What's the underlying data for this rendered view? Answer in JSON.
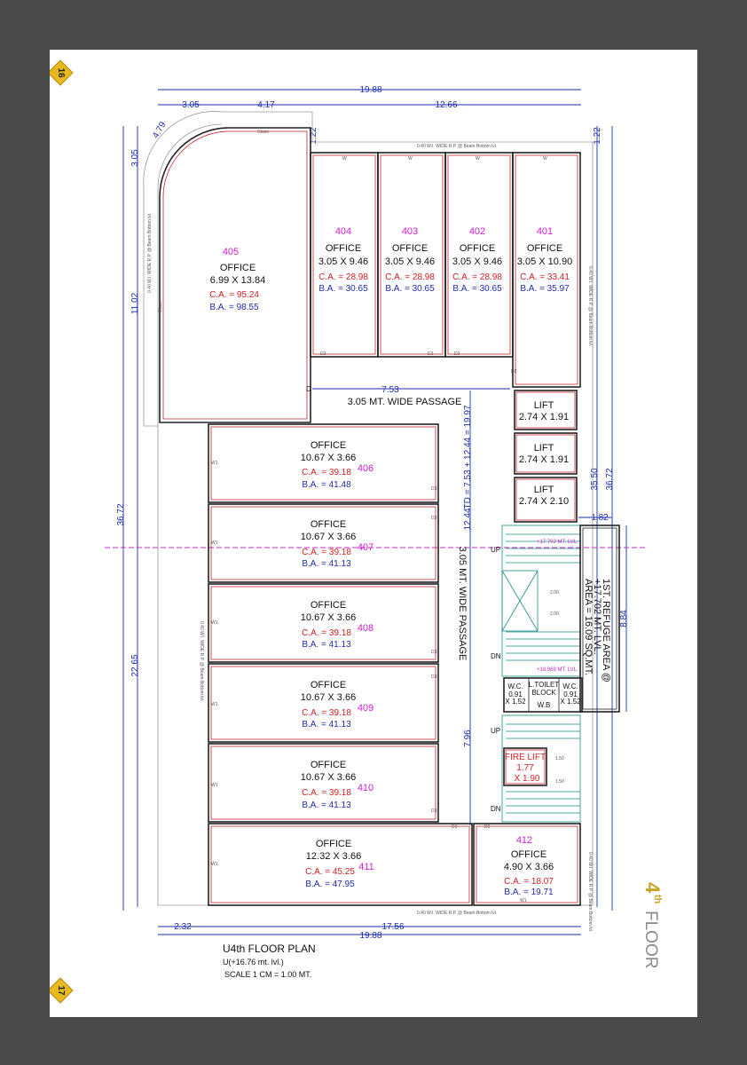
{
  "page_markers": {
    "top": "16",
    "bottom": "17"
  },
  "floor_badge": {
    "number": "4",
    "sup": "th",
    "word": "FLOOR",
    "color": "#c9a227"
  },
  "colors": {
    "room_number": "#d01ed0",
    "carpet_area": "#d42020",
    "built_area": "#1f2ab0",
    "dimension": "#1b2ea8"
  },
  "title_block": {
    "title": "U4th FLOOR PLAN",
    "level": "U(+16.76 mt. lvl.)",
    "scale": "SCALE 1 CM = 1.00 MT."
  },
  "rooms": {
    "r405": {
      "num": "405",
      "type": "OFFICE",
      "size": "6.99 X 13.84",
      "ca": "C.A. = 95.24",
      "ba": "B.A. = 98.55"
    },
    "r404": {
      "num": "404",
      "type": "OFFICE",
      "size": "3.05 X 9.46",
      "ca": "C.A. = 28.98",
      "ba": "B.A. = 30.65"
    },
    "r403": {
      "num": "403",
      "type": "OFFICE",
      "size": "3.05 X 9.46",
      "ca": "C.A. = 28.98",
      "ba": "B.A. = 30.65"
    },
    "r402": {
      "num": "402",
      "type": "OFFICE",
      "size": "3.05 X 9.46",
      "ca": "C.A. = 28.98",
      "ba": "B.A. = 30.65"
    },
    "r401": {
      "num": "401",
      "type": "OFFICE",
      "size": "3.05 X 10.90",
      "ca": "C.A. = 33.41",
      "ba": "B.A. = 35.97"
    },
    "r406": {
      "num": "406",
      "type": "OFFICE",
      "size": "10.67 X 3.66",
      "ca": "C.A. = 39.18",
      "ba": "B.A. = 41.48"
    },
    "r407": {
      "num": "407",
      "type": "OFFICE",
      "size": "10.67 X 3.66",
      "ca": "C.A. = 39.18",
      "ba": "B.A. = 41.13"
    },
    "r408": {
      "num": "408",
      "type": "OFFICE",
      "size": "10.67 X 3.66",
      "ca": "C.A. = 39.18",
      "ba": "B.A. = 41.13"
    },
    "r409": {
      "num": "409",
      "type": "OFFICE",
      "size": "10.67 X 3.66",
      "ca": "C.A. = 39.18",
      "ba": "B.A. = 41.13"
    },
    "r410": {
      "num": "410",
      "type": "OFFICE",
      "size": "10.67 X 3.66",
      "ca": "C.A. = 39.18",
      "ba": "B.A. = 41.13"
    },
    "r411": {
      "num": "411",
      "type": "OFFICE",
      "size": "12.32 X 3.66",
      "ca": "C.A. = 45.25",
      "ba": "B.A. = 47.95"
    },
    "r412": {
      "num": "412",
      "type": "OFFICE",
      "size": "4.90 X 3.66",
      "ca": "C.A. = 18.07",
      "ba": "B.A. = 19.71"
    }
  },
  "lifts": [
    {
      "label": "LIFT",
      "size": "2.74 X 1.91"
    },
    {
      "label": "LIFT",
      "size": "2.74 X 1.91"
    },
    {
      "label": "LIFT",
      "size": "2.74 X 2.10"
    }
  ],
  "passage_h": "3.05 MT. WIDE PASSAGE",
  "passage_v": "3.05 MT. WIDE PASSAGE",
  "td_note": "TD = 7.53 + 12.44 = 19.97",
  "refuge": {
    "line1": "1ST. REFUGE AREA @",
    "line2": "+17.702 MT. LVL.",
    "line3": "AREA = 16.09 SQ.MT."
  },
  "fire_lift": {
    "label": "FIRE LIFT",
    "w": "1.77",
    "h": "X 1.90"
  },
  "toilets": {
    "wc1a": "W.C.",
    "wc1b": "0.91",
    "wc1c": "X 1.52",
    "block1": "L.TOILET",
    "block2": "BLOCK",
    "wb": "W.B",
    "wc2a": "W.C.",
    "wc2b": "0.91",
    "wc2c": "X 1.52"
  },
  "stairs": {
    "up1": "UP",
    "dn1": "DN",
    "up2": "UP",
    "dn2": "DN",
    "lvl1": "+17.702 MT. LVL.",
    "lvl2": "+18.968 MT. LVL."
  },
  "dims": {
    "top_total": "19.88",
    "top_a": "3.05",
    "top_b": "4.17",
    "top_c": "12.66",
    "diag": "4.79",
    "left_a": "3.05",
    "left_b": "11.02",
    "left_total": "36.72",
    "left_c": "22.65",
    "gap_a": "1.22",
    "gap_b": "1.22",
    "pass_w": "7.53",
    "pass_l": "12.44",
    "pass_l2": "7.96",
    "right_a": "35.50",
    "right_total": "36.72",
    "right_c": "1.82",
    "right_d": "8.84",
    "bot_a": "2.32",
    "bot_b": "17.56",
    "bot_total": "19.88",
    "stair_a": "2.00",
    "stair_b": "2.00",
    "stair_c": "1.50",
    "stair_d": "1.50"
  },
  "tags": {
    "w": "W",
    "w1": "W1",
    "d": "D",
    "d1": "D1",
    "d2": "D2",
    "d3": "D3",
    "glass": "Glass",
    "beam": "0.40 W.I. WIDE R.P. @ Beam Bottom lvl.",
    "beam2": "0.40 W.I. WIDE R.P. @ Beam Bottom lvl."
  }
}
